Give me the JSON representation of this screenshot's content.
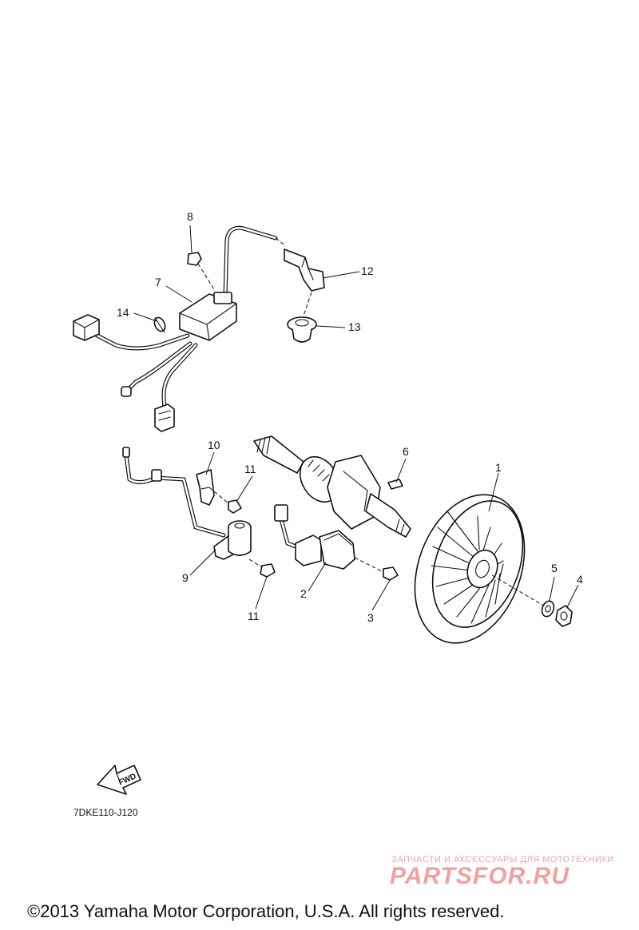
{
  "diagram": {
    "part_labels": [
      "1",
      "2",
      "3",
      "4",
      "5",
      "6",
      "7",
      "8",
      "9",
      "10",
      "11",
      "11",
      "12",
      "13",
      "14"
    ],
    "fwd_arrow_text": "FWD",
    "drawing_code": "7DKE110-J120"
  },
  "watermark": {
    "tagline": "ЗАПЧАСТИ И АКСЕССУАРЫ ДЛЯ МОТОТЕХНИКИ",
    "logo": "PARTSFOR.RU"
  },
  "footer": {
    "copyright": "©2013 Yamaha Motor Corporation, U.S.A. All rights reserved."
  },
  "colors": {
    "line": "#111111",
    "watermark": "#f2a0a0"
  }
}
